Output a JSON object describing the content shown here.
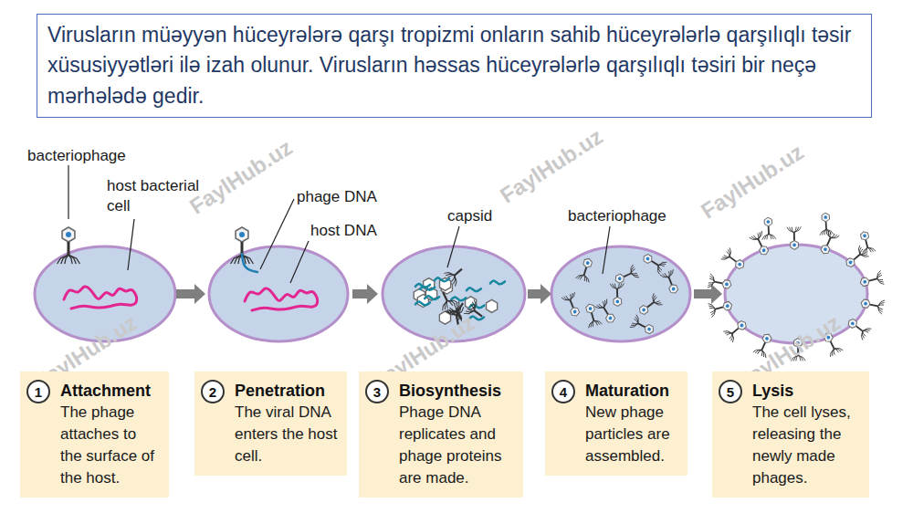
{
  "diagram": {
    "title": "Virusların müəyyən hüceyrələrə qarşı tropizmi onların sahib hüceyrələrlə qarşılıqlı təsir xüsusiyyətləri ilə izah olunur. Virusların həssas hüceyrələrlə qarşılıqlı təsiri bir neçə mərhələdə gedir.",
    "nodes": [
      {
        "text": [
          "Attachment",
          "The phage attaches to the surface of the host."
        ]
      },
      {
        "text": [
          "1"
        ],
        "in": 0
      },
      {
        "text": [
          "Penetration",
          "The viral DNA enters the host cell."
        ]
      },
      {
        "text": [
          "2"
        ],
        "in": 2
      },
      {
        "text": [
          "Biosynthesis",
          "Phage DNA replicates and phage proteins are made."
        ]
      },
      {
        "text": [
          "3"
        ],
        "in": 4
      },
      {
        "text": [
          "Maturation",
          "New phage particles are assembled."
        ]
      },
      {
        "text": [
          "4"
        ],
        "in": 6
      },
      {
        "text": [
          "Lysis",
          "The cell lyses, releasing the newly made phages."
        ]
      },
      {
        "text": [
          "5"
        ],
        "in": 8
      }
    ],
    "labels": [
      "bacteriophage",
      "host bacterial cell",
      "phage DNA",
      "host DNA",
      "capsid",
      "bacteriophage",
      "FaylHub.uz",
      "FaylHub.uz",
      "FaylHub.uz",
      "FaylHub.uz",
      "FaylHub.uz",
      "FaylHub.uz"
    ]
  }
}
